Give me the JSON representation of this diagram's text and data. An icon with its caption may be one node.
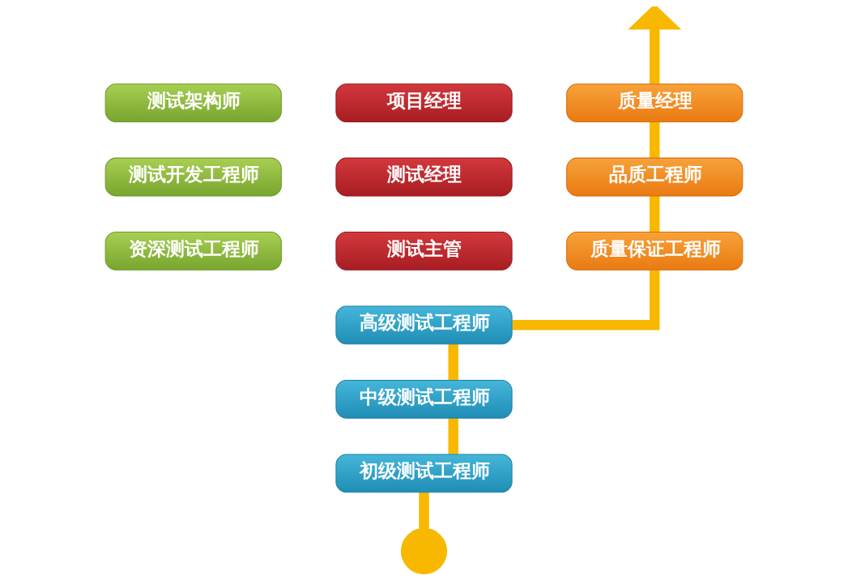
{
  "diagram": {
    "nodes": [
      {
        "text": [
          "测试架构师"
        ]
      },
      {
        "text": [
          "项目经理"
        ]
      },
      {
        "text": [
          "质量经理"
        ]
      },
      {
        "text": [
          "测试开发工程师"
        ]
      },
      {
        "text": [
          "测试经理"
        ]
      },
      {
        "text": [
          "品质工程师"
        ]
      },
      {
        "text": [
          "资深测试工程师"
        ]
      },
      {
        "text": [
          "测试主管"
        ]
      },
      {
        "text": [
          "质量保证工程师"
        ]
      },
      {
        "text": [
          "高级测试工程师"
        ]
      },
      {
        "text": [
          "中级测试工程师"
        ]
      },
      {
        "text": [
          "初级测试工程师"
        ]
      },
      {
        "text": [],
        "shape": "circle"
      }
    ],
    "edges": [
      {
        "from": 12,
        "to": 11,
        "arrow": "none"
      },
      {
        "from": 11,
        "to": 10,
        "arrow": "none"
      },
      {
        "from": 10,
        "to": 9,
        "arrow": "none"
      },
      {
        "from": 9,
        "to": 8,
        "arrow": "none"
      },
      {
        "from": 8,
        "to": 5,
        "arrow": "none"
      },
      {
        "from": 5,
        "to": 2,
        "arrow": "none"
      },
      {
        "from": 2,
        "to": null,
        "arrow": "to"
      }
    ]
  }
}
